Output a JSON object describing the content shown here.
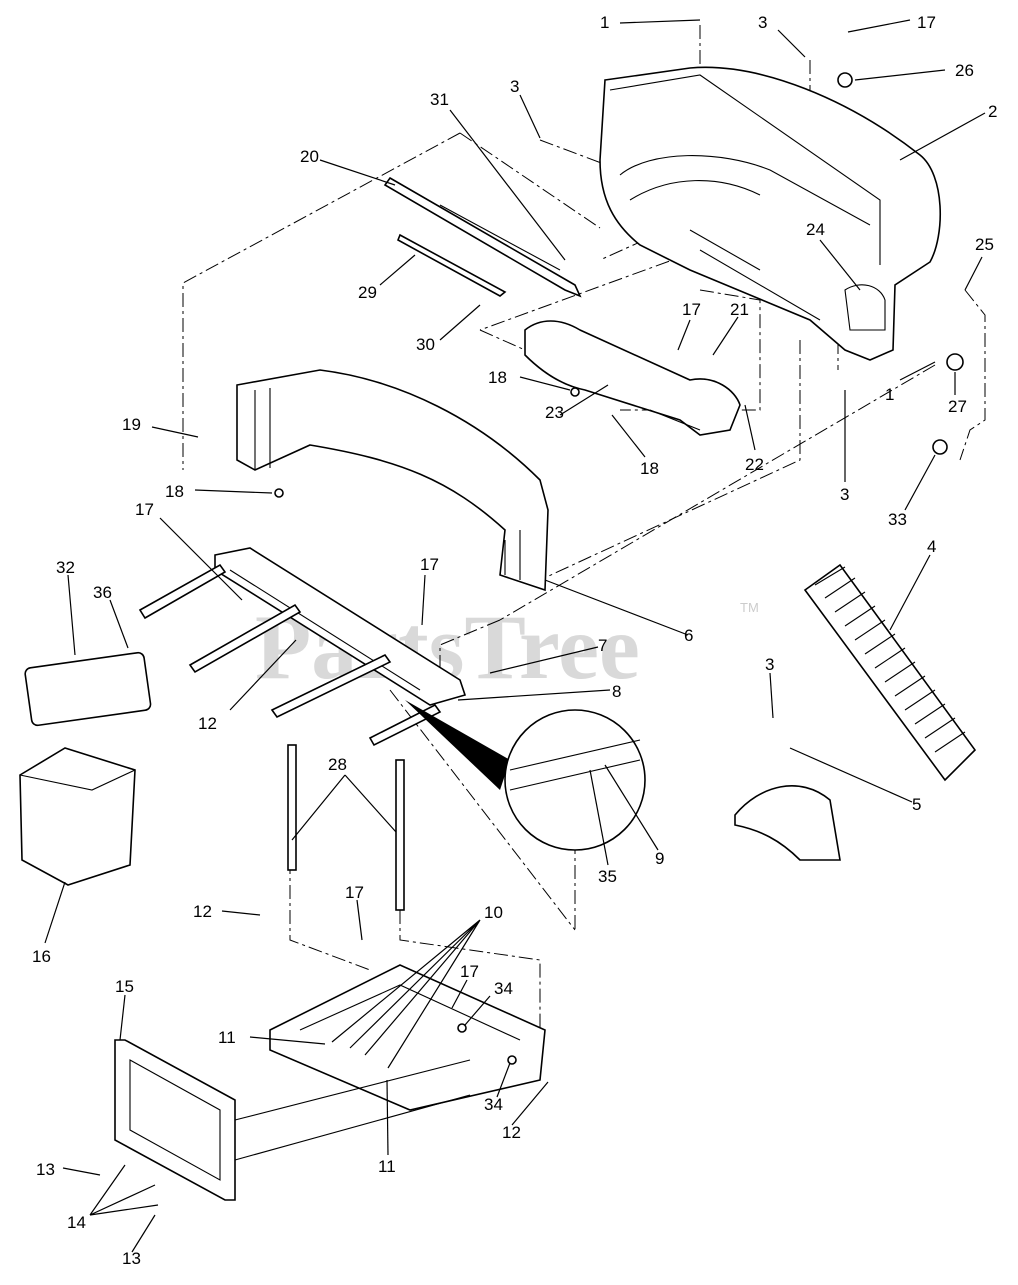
{
  "watermark": {
    "text": "PartsTree",
    "mark": "TM"
  },
  "callouts": [
    {
      "id": "c1a",
      "num": "1"
    },
    {
      "id": "c3a",
      "num": "3"
    },
    {
      "id": "c17a",
      "num": "17"
    },
    {
      "id": "c26",
      "num": "26"
    },
    {
      "id": "c2",
      "num": "2"
    },
    {
      "id": "c3b",
      "num": "3"
    },
    {
      "id": "c31",
      "num": "31"
    },
    {
      "id": "c20",
      "num": "20"
    },
    {
      "id": "c29",
      "num": "29"
    },
    {
      "id": "c30",
      "num": "30"
    },
    {
      "id": "c25",
      "num": "25"
    },
    {
      "id": "c24",
      "num": "24"
    },
    {
      "id": "c17b",
      "num": "17"
    },
    {
      "id": "c21",
      "num": "21"
    },
    {
      "id": "c18a",
      "num": "18"
    },
    {
      "id": "c1b",
      "num": "1"
    },
    {
      "id": "c27",
      "num": "27"
    },
    {
      "id": "c19",
      "num": "19"
    },
    {
      "id": "c23",
      "num": "23"
    },
    {
      "id": "c18b",
      "num": "18"
    },
    {
      "id": "c22",
      "num": "22"
    },
    {
      "id": "c3c",
      "num": "3"
    },
    {
      "id": "c33",
      "num": "33"
    },
    {
      "id": "c18c",
      "num": "18"
    },
    {
      "id": "c17c",
      "num": "17"
    },
    {
      "id": "c4",
      "num": "4"
    },
    {
      "id": "c32",
      "num": "32"
    },
    {
      "id": "c17d",
      "num": "17"
    },
    {
      "id": "c36",
      "num": "36"
    },
    {
      "id": "c6",
      "num": "6"
    },
    {
      "id": "c7",
      "num": "7"
    },
    {
      "id": "c3d",
      "num": "3"
    },
    {
      "id": "c12a",
      "num": "12"
    },
    {
      "id": "c8",
      "num": "8"
    },
    {
      "id": "c28",
      "num": "28"
    },
    {
      "id": "c5",
      "num": "5"
    },
    {
      "id": "c9",
      "num": "9"
    },
    {
      "id": "c35",
      "num": "35"
    },
    {
      "id": "c16",
      "num": "16"
    },
    {
      "id": "c12b",
      "num": "12"
    },
    {
      "id": "c17e",
      "num": "17"
    },
    {
      "id": "c10",
      "num": "10"
    },
    {
      "id": "c17f",
      "num": "17"
    },
    {
      "id": "c15",
      "num": "15"
    },
    {
      "id": "c34a",
      "num": "34"
    },
    {
      "id": "c11a",
      "num": "11"
    },
    {
      "id": "c34b",
      "num": "34"
    },
    {
      "id": "c12c",
      "num": "12"
    },
    {
      "id": "c11b",
      "num": "11"
    },
    {
      "id": "c13a",
      "num": "13"
    },
    {
      "id": "c14",
      "num": "14"
    },
    {
      "id": "c13b",
      "num": "13"
    }
  ]
}
